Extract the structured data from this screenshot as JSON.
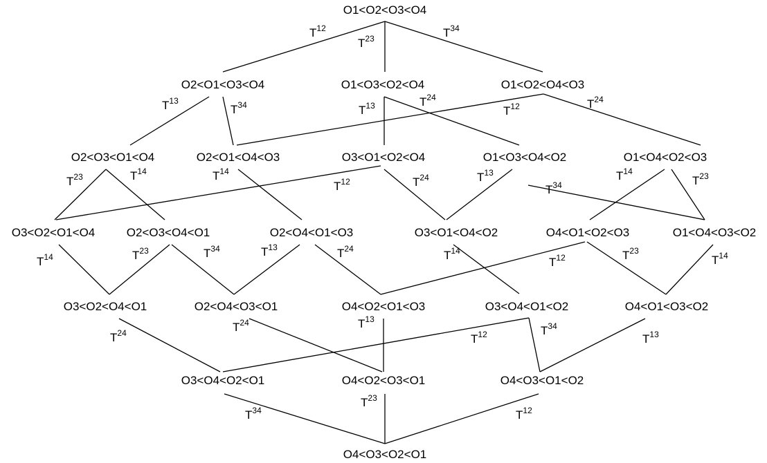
{
  "diagram": {
    "nodes": [
      "O1<O2<O3<O4",
      "O2<O1<O3<O4",
      "O1<O3<O2<O4",
      "O1<O2<O4<O3",
      "O2<O3<O1<O4",
      "O2<O1<O4<O3",
      "O3<O1<O2<O4",
      "O1<O3<O4<O2",
      "O1<O4<O2<O3",
      "O3<O2<O1<O4",
      "O2<O3<O4<O1",
      "O2<O4<O1<O3",
      "O3<O1<O4<O2",
      "O4<O1<O2<O3",
      "O1<O4<O3<O2",
      "O3<O2<O4<O1",
      "O2<O4<O3<O1",
      "O4<O2<O1<O3",
      "O3<O4<O1<O2",
      "O4<O1<O3<O2",
      "O3<O4<O2<O1",
      "O4<O2<O3<O1",
      "O4<O3<O1<O2",
      "O4<O3<O2<O1"
    ],
    "transposition_prefix": "T",
    "edge_labels": [
      "12",
      "23",
      "34",
      "13",
      "34",
      "13",
      "24",
      "12",
      "24",
      "23",
      "14",
      "14",
      "12",
      "24",
      "13",
      "34",
      "14",
      "23",
      "14",
      "23",
      "34",
      "13",
      "24",
      "14",
      "12",
      "23",
      "14",
      "24",
      "24",
      "13",
      "12",
      "34",
      "13",
      "34",
      "23",
      "12"
    ]
  }
}
